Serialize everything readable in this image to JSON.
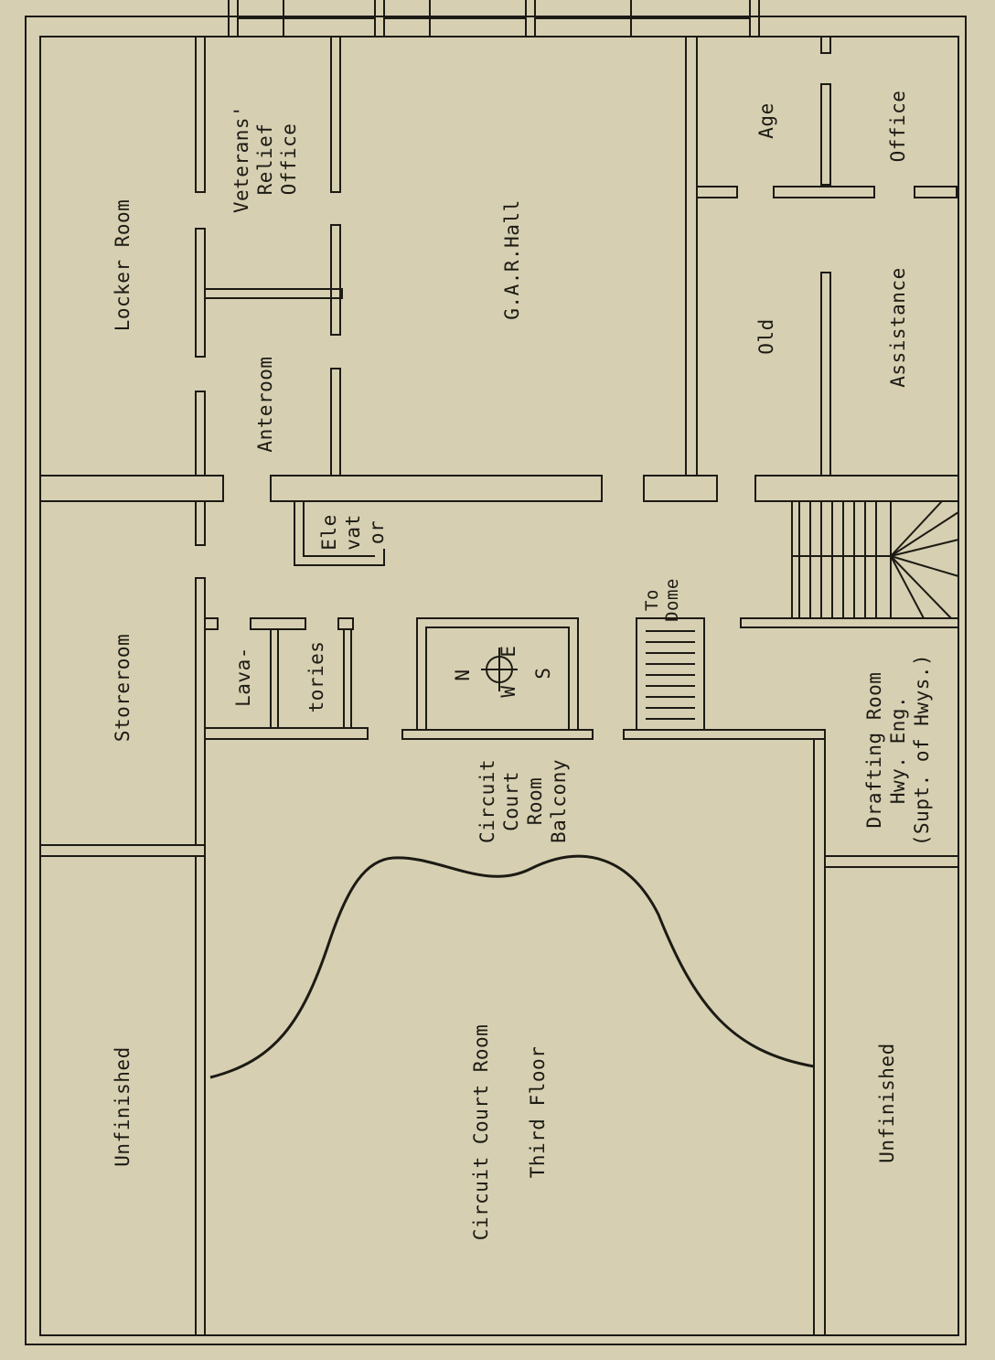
{
  "plan": {
    "rooms": {
      "locker_room": "Locker Room",
      "veterans_relief_office": "Veterans'\nRelief\nOffice",
      "gar_hall": "G.A.R.Hall",
      "old_age": "Old",
      "old_age_2": "Age",
      "assistance_office": "Assistance",
      "assistance_office_2": "Office",
      "anteroom": "Anteroom",
      "elevator": "Ele\nvat\nor",
      "storeroom": "Storeroom",
      "lavatories": "Lava-",
      "lavatories_2": "tories",
      "to_dome": "To\nDome",
      "drafting_room": "Drafting Room\nHwy. Eng.\n(Supt. of Hwys.)",
      "balcony": "Circuit\nCourt\nRoom\nBalcony",
      "unfinished_left": "Unfinished",
      "unfinished_right": "Unfinished",
      "circuit_court_room": "Circuit Court Room",
      "third_floor": "Third Floor"
    },
    "compass": {
      "n": "N",
      "e": "E",
      "s": "S",
      "w": "W"
    }
  },
  "colors": {
    "paper": "#d6cfb1",
    "ink": "#1c1a14"
  }
}
